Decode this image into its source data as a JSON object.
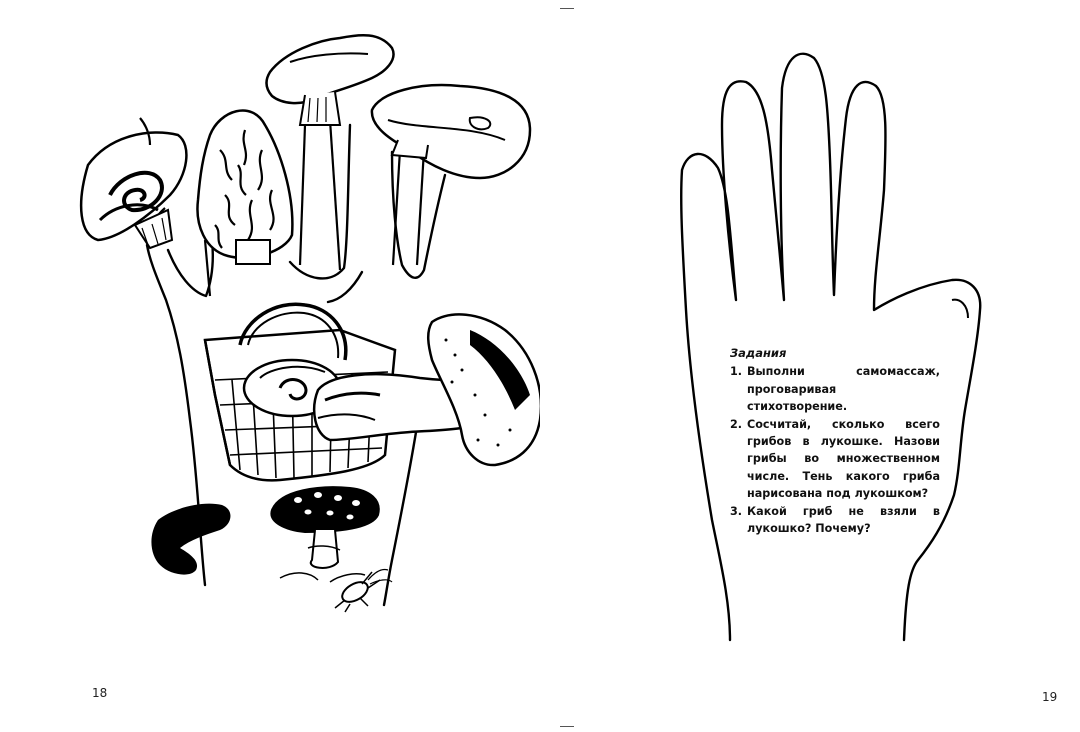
{
  "left_page": {
    "page_number": "18"
  },
  "right_page": {
    "page_number": "19",
    "tasks": {
      "title": "Задания",
      "items": [
        {
          "num": "1.",
          "text": "Выполни самомассаж, проговаривая стихотворение."
        },
        {
          "num": "2.",
          "text": "Сосчитай, сколько всего грибов в лукошке. Назови грибы во множественном числе. Тень какого гриба нарисована под лукошком?"
        },
        {
          "num": "3.",
          "text": "Какой гриб не взяли в лукошко? Почему?"
        }
      ]
    }
  }
}
